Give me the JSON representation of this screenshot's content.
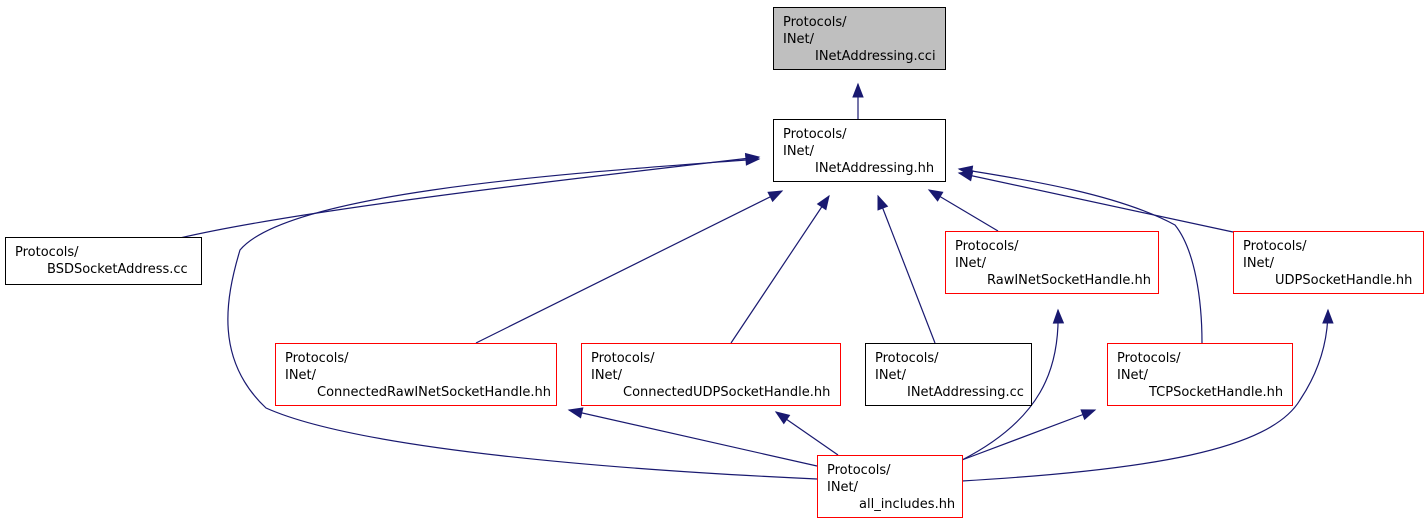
{
  "graph": {
    "colors": {
      "edge": "#191970",
      "current_fill": "#bfbfbf",
      "border_documented": "#000000",
      "border_undocumented": "#ff0000"
    },
    "nodes": {
      "inetaddressing_cci": {
        "lines": [
          "Protocols/",
          "INet/",
          "INetAddressing.cci"
        ],
        "style": "current"
      },
      "inetaddressing_hh": {
        "lines": [
          "Protocols/",
          "INet/",
          "INetAddressing.hh"
        ],
        "style": "documented"
      },
      "bsdsocketaddress_cc": {
        "lines": [
          "Protocols/",
          "BSDSocketAddress.cc"
        ],
        "style": "documented"
      },
      "rawinetsockethandle_hh": {
        "lines": [
          "Protocols/",
          "INet/",
          "RawINetSocketHandle.hh"
        ],
        "style": "undocumented"
      },
      "udpsockethandle_hh": {
        "lines": [
          "Protocols/",
          "INet/",
          "UDPSocketHandle.hh"
        ],
        "style": "undocumented"
      },
      "connectedrawinetsockethandle_hh": {
        "lines": [
          "Protocols/",
          "INet/",
          "ConnectedRawINetSocketHandle.hh"
        ],
        "style": "undocumented"
      },
      "connectedudpsockethandle_hh": {
        "lines": [
          "Protocols/",
          "INet/",
          "ConnectedUDPSocketHandle.hh"
        ],
        "style": "undocumented"
      },
      "inetaddressing_cc": {
        "lines": [
          "Protocols/",
          "INet/",
          "INetAddressing.cc"
        ],
        "style": "documented"
      },
      "tcpsockethandle_hh": {
        "lines": [
          "Protocols/",
          "INet/",
          "TCPSocketHandle.hh"
        ],
        "style": "undocumented"
      },
      "all_includes_hh": {
        "lines": [
          "Protocols/",
          "INet/",
          "all_includes.hh"
        ],
        "style": "undocumented"
      }
    },
    "edges": [
      {
        "from": "inetaddressing_hh",
        "to": "inetaddressing_cci"
      },
      {
        "from": "bsdsocketaddress_cc",
        "to": "inetaddressing_hh"
      },
      {
        "from": "all_includes_hh",
        "to": "inetaddressing_hh"
      },
      {
        "from": "connectedrawinetsockethandle_hh",
        "to": "inetaddressing_hh"
      },
      {
        "from": "connectedudpsockethandle_hh",
        "to": "inetaddressing_hh"
      },
      {
        "from": "inetaddressing_cc",
        "to": "inetaddressing_hh"
      },
      {
        "from": "rawinetsockethandle_hh",
        "to": "inetaddressing_hh"
      },
      {
        "from": "tcpsockethandle_hh",
        "to": "inetaddressing_hh"
      },
      {
        "from": "udpsockethandle_hh",
        "to": "inetaddressing_hh"
      },
      {
        "from": "all_includes_hh",
        "to": "connectedrawinetsockethandle_hh"
      },
      {
        "from": "all_includes_hh",
        "to": "connectedudpsockethandle_hh"
      },
      {
        "from": "all_includes_hh",
        "to": "rawinetsockethandle_hh"
      },
      {
        "from": "all_includes_hh",
        "to": "tcpsockethandle_hh"
      },
      {
        "from": "all_includes_hh",
        "to": "udpsockethandle_hh"
      }
    ]
  }
}
